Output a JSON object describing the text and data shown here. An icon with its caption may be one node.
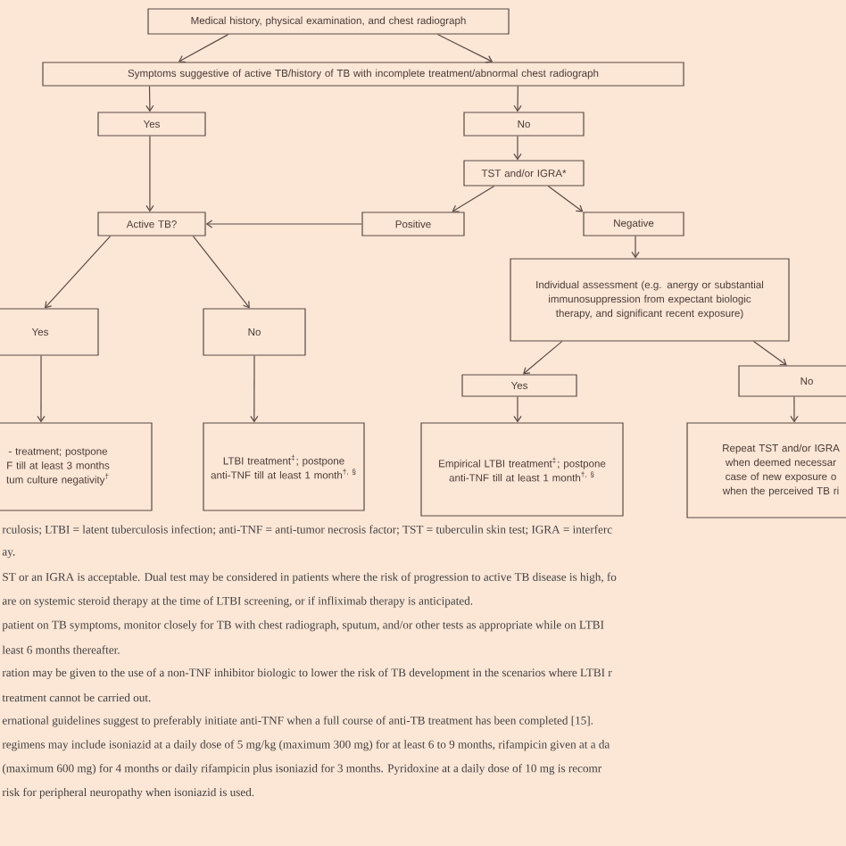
{
  "diagram": {
    "nodes": [
      {
        "text": [
          "Medical history, physical examination, and chest radiograph"
        ]
      },
      {
        "text": [
          "Symptoms suggestive of active TB/history of TB with incomplete treatment/abnormal chest radiograph"
        ]
      },
      {
        "text": [
          "Yes"
        ]
      },
      {
        "text": [
          "No"
        ]
      },
      {
        "text": [
          "TST and/or IGRA*"
        ]
      },
      {
        "text": [
          "Active TB?"
        ]
      },
      {
        "text": [
          "Positive"
        ]
      },
      {
        "text": [
          "Negative"
        ]
      },
      {
        "text": [
          "Individual assessment (e.g. anergy or substantial immunosuppression from expectant biologic therapy, and significant recent exposure)"
        ]
      },
      {
        "text": [
          "Yes"
        ]
      },
      {
        "text": [
          "No"
        ]
      },
      {
        "text": [
          "Yes"
        ]
      },
      {
        "text": [
          "No"
        ]
      },
      {
        "text": [
          "- treatment; postpone F till at least 3 months tum culture negativity$^{†}$"
        ]
      },
      {
        "text": [
          "LTBI treatment$^{‡}$; postpone anti-TNF till at least 1 month$^{†, §}$"
        ]
      },
      {
        "text": [
          "Empirical LTBI treatment$^{‡}$; postpone anti-TNF till at least 1 month$^{†, §}$"
        ]
      },
      {
        "text": [
          "Repeat TST and/or IGRA when deemed necessar case of new exposure o when the perceived TB ri"
        ]
      }
    ],
    "edges": [
      {
        "from": 0,
        "to": 1,
        "arrow": "to"
      },
      {
        "from": 0,
        "to": 1,
        "arrow": "to"
      },
      {
        "from": 1,
        "to": 2,
        "arrow": "to"
      },
      {
        "from": 1,
        "to": 3,
        "arrow": "to"
      },
      {
        "from": 2,
        "to": 5,
        "arrow": "to"
      },
      {
        "from": 3,
        "to": 4,
        "arrow": "to"
      },
      {
        "from": 4,
        "to": 6,
        "arrow": "to"
      },
      {
        "from": 4,
        "to": 7,
        "arrow": "to"
      },
      {
        "from": 6,
        "to": 5,
        "arrow": "to"
      },
      {
        "from": 7,
        "to": 8,
        "arrow": "to"
      },
      {
        "from": 5,
        "to": 9,
        "arrow": "to"
      },
      {
        "from": 5,
        "to": 10,
        "arrow": "to"
      },
      {
        "from": 8,
        "to": 11,
        "arrow": "to"
      },
      {
        "from": 8,
        "to": 12,
        "arrow": "to"
      },
      {
        "from": 9,
        "to": 13,
        "arrow": "to"
      },
      {
        "from": 10,
        "to": 14,
        "arrow": "to"
      },
      {
        "from": 11,
        "to": 15,
        "arrow": "to"
      },
      {
        "from": 12,
        "to": 16,
        "arrow": "to"
      }
    ],
    "labels": [
      "rculosis; LTBI = latent tuberculosis infection; anti-TNF = anti-tumor necrosis factor; TST = tuberculin skin test; IGRA = interferc",
      "ay.",
      "ST or an IGRA is acceptable. Dual test may be considered in patients where the risk of progression to active TB disease is high, fo",
      "are on systemic steroid therapy at the time of LTBI screening, or if infliximab therapy is anticipated.",
      "patient on TB symptoms, monitor closely for TB with chest radiograph, sputum, and/or other tests as appropriate while on LTBI",
      "least 6 months thereafter.",
      "ration may be given to the use of a non-TNF inhibitor biologic to lower the risk of TB development in the scenarios where LTBI r",
      "treatment cannot be carried out.",
      "ernational guidelines suggest to preferably initiate anti-TNF when a full course of anti-TB treatment has been completed [15].",
      "regimens may include isoniazid at a daily dose of 5 mg/kg (maximum 300 mg) for at least 6 to 9 months, rifampicin given at a da",
      "(maximum 600 mg) for 4 months or daily rifampicin plus isoniazid for 3 months. Pyridoxine at a daily dose of 10 mg is recomr",
      "risk for peripheral neuropathy when isoniazid is used."
    ]
  }
}
